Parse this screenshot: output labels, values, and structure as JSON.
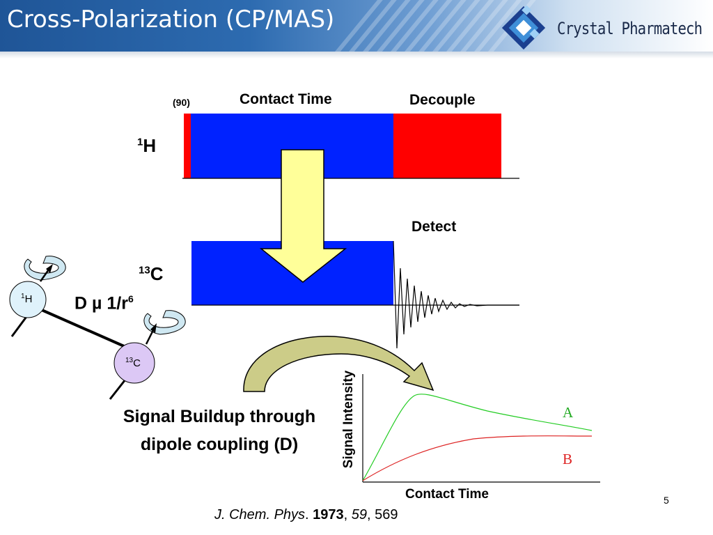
{
  "header": {
    "title": "Cross-Polarization (CP/MAS)",
    "brand": "Crystal Pharmatech"
  },
  "pulse_sequence": {
    "pulse_90_label": "(90)",
    "contact_time_label": "Contact Time",
    "decouple_label": "Decouple",
    "detect_label": "Detect",
    "channel_h": {
      "mass": "1",
      "symbol": "H"
    },
    "channel_c": {
      "mass": "13",
      "symbol": "C"
    }
  },
  "dipole": {
    "h_ball": {
      "mass": "1",
      "symbol": "H"
    },
    "c_ball": {
      "mass": "13",
      "symbol": "C"
    },
    "formula": "D µ 1/r",
    "formula_exp": "6"
  },
  "caption": {
    "line1": "Signal Buildup through",
    "line2": "dipole coupling (D)"
  },
  "buildup_plot": {
    "ylabel": "Signal Intensity",
    "xlabel": "Contact Time",
    "curve_a_label": "A",
    "curve_b_label": "B",
    "curve_a_color": "#22cc22",
    "curve_b_color": "#dd2222"
  },
  "reference": {
    "journal": "J. Chem. Phys",
    "sep1": ". ",
    "year": "1973",
    "sep2": ", ",
    "volume": "59",
    "sep3": ", ",
    "page": "569"
  },
  "slide_number": "5",
  "colors": {
    "header_blue": "#1f5597",
    "block_blue": "#0022ff",
    "block_red": "#ff0000",
    "arrow_yellow": "#ffff99",
    "curved_arrow": "#cccc88",
    "h_ball": "#dff2fb",
    "c_ball": "#dcc8f5"
  }
}
